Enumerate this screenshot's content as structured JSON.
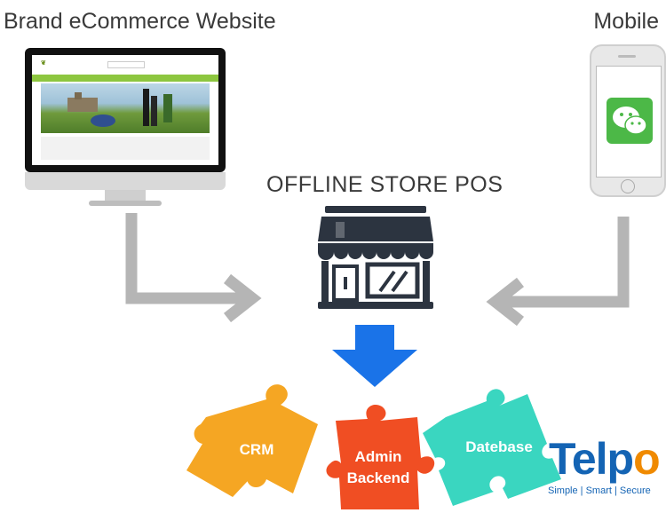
{
  "labels": {
    "ecommerce": "Brand eCommerce Website",
    "mobile": "Mobile",
    "pos": "OFFLINE STORE POS"
  },
  "modules": {
    "crm": "CRM",
    "admin_line1": "Admin",
    "admin_line2": "Backend",
    "database": "Datebase"
  },
  "brand": {
    "logo_part1": "Telp",
    "logo_part2": "o",
    "tagline": "Simple | Smart | Secure"
  },
  "colors": {
    "crm": "#f5a623",
    "admin": "#f04e23",
    "database": "#3ad6c0",
    "down_arrow": "#1a73e8",
    "side_arrows": "#b5b5b5",
    "store": "#2c3440"
  }
}
